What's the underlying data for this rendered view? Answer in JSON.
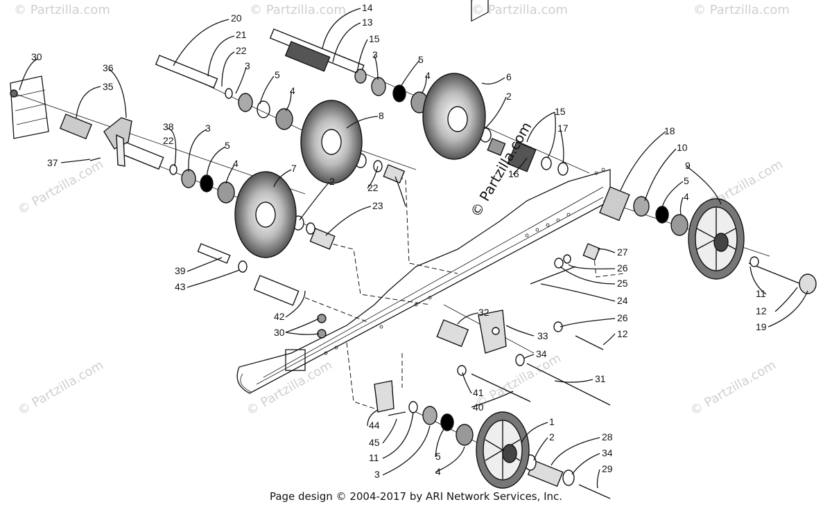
{
  "watermark_text": "© Partzilla.com",
  "center_watermark": "© Partzilla.com",
  "footer": "Page design © 2004-2017 by ARI Network Services, Inc.",
  "callouts": [
    {
      "id": "c30a",
      "text": "30"
    },
    {
      "id": "c36",
      "text": "36"
    },
    {
      "id": "c35",
      "text": "35"
    },
    {
      "id": "c20",
      "text": "20"
    },
    {
      "id": "c21",
      "text": "21"
    },
    {
      "id": "c22a",
      "text": "22"
    },
    {
      "id": "c3a",
      "text": "3"
    },
    {
      "id": "c5a",
      "text": "5"
    },
    {
      "id": "c4a",
      "text": "4"
    },
    {
      "id": "c14",
      "text": "14"
    },
    {
      "id": "c13",
      "text": "13"
    },
    {
      "id": "c15a",
      "text": "15"
    },
    {
      "id": "c3b",
      "text": "3"
    },
    {
      "id": "c5b",
      "text": "5"
    },
    {
      "id": "c4b",
      "text": "4"
    },
    {
      "id": "c6",
      "text": "6"
    },
    {
      "id": "c2a",
      "text": "2"
    },
    {
      "id": "c15b",
      "text": "15"
    },
    {
      "id": "c17",
      "text": "17"
    },
    {
      "id": "c8",
      "text": "8"
    },
    {
      "id": "c38",
      "text": "38"
    },
    {
      "id": "c22b",
      "text": "22"
    },
    {
      "id": "c3c",
      "text": "3"
    },
    {
      "id": "c5c",
      "text": "5"
    },
    {
      "id": "c4c",
      "text": "4"
    },
    {
      "id": "c37",
      "text": "37"
    },
    {
      "id": "c7",
      "text": "7"
    },
    {
      "id": "c2b",
      "text": "2"
    },
    {
      "id": "c22c",
      "text": "22"
    },
    {
      "id": "c23",
      "text": "23"
    },
    {
      "id": "c16",
      "text": "16"
    },
    {
      "id": "c18",
      "text": "18"
    },
    {
      "id": "c10",
      "text": "10"
    },
    {
      "id": "c9",
      "text": "9"
    },
    {
      "id": "c5d",
      "text": "5"
    },
    {
      "id": "c4d",
      "text": "4"
    },
    {
      "id": "c27",
      "text": "27"
    },
    {
      "id": "c26a",
      "text": "26"
    },
    {
      "id": "c25",
      "text": "25"
    },
    {
      "id": "c24",
      "text": "24"
    },
    {
      "id": "c11a",
      "text": "11"
    },
    {
      "id": "c12a",
      "text": "12"
    },
    {
      "id": "c19",
      "text": "19"
    },
    {
      "id": "c39",
      "text": "39"
    },
    {
      "id": "c43",
      "text": "43"
    },
    {
      "id": "c42",
      "text": "42"
    },
    {
      "id": "c30b",
      "text": "30"
    },
    {
      "id": "c32",
      "text": "32"
    },
    {
      "id": "c33",
      "text": "33"
    },
    {
      "id": "c26b",
      "text": "26"
    },
    {
      "id": "c12b",
      "text": "12"
    },
    {
      "id": "c34a",
      "text": "34"
    },
    {
      "id": "c31",
      "text": "31"
    },
    {
      "id": "c41",
      "text": "41"
    },
    {
      "id": "c40",
      "text": "40"
    },
    {
      "id": "c44",
      "text": "44"
    },
    {
      "id": "c45",
      "text": "45"
    },
    {
      "id": "c11b",
      "text": "11"
    },
    {
      "id": "c3d",
      "text": "3"
    },
    {
      "id": "c5e",
      "text": "5"
    },
    {
      "id": "c4e",
      "text": "4"
    },
    {
      "id": "c1",
      "text": "1"
    },
    {
      "id": "c2c",
      "text": "2"
    },
    {
      "id": "c28",
      "text": "28"
    },
    {
      "id": "c34b",
      "text": "34"
    },
    {
      "id": "c29",
      "text": "29"
    }
  ]
}
